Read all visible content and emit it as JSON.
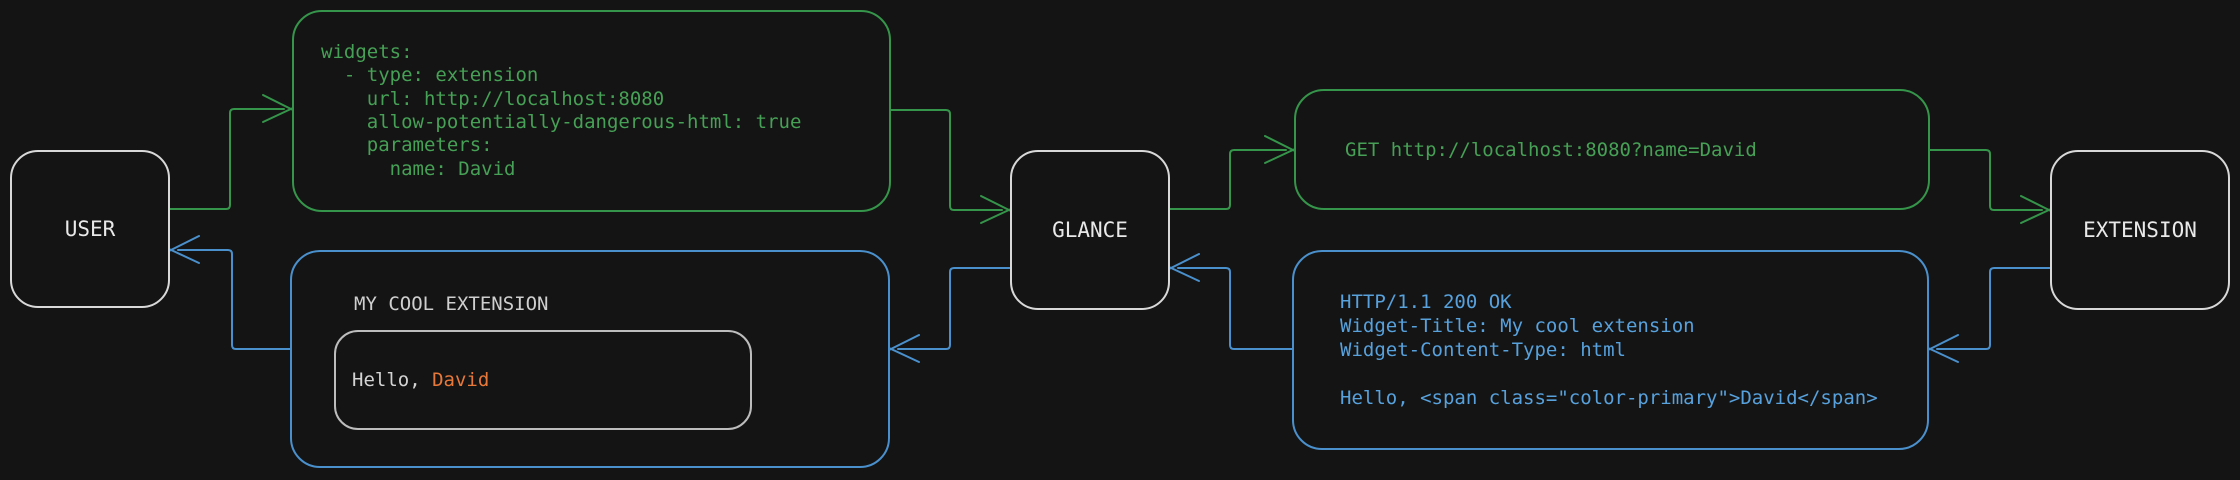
{
  "palette": {
    "background": "#141414",
    "green": "#35954a",
    "green_text": "#46a055",
    "blue": "#4a90cc",
    "blue_text": "#57a1dc",
    "orange": "#e8783a",
    "node_border": "#d8d8d8",
    "node_text": "#e9e9e9",
    "muted_text": "#cfcfcf"
  },
  "nodes": {
    "user": {
      "label": "USER"
    },
    "glance": {
      "label": "GLANCE"
    },
    "extension": {
      "label": "EXTENSION"
    }
  },
  "config_box": {
    "code": "widgets:\n  - type: extension\n    url: http://localhost:8080\n    allow-potentially-dangerous-html: true\n    parameters:\n      name: David"
  },
  "request_box": {
    "text": "GET http://localhost:8080?name=David"
  },
  "response_box": {
    "code": "HTTP/1.1 200 OK\nWidget-Title: My cool extension\nWidget-Content-Type: html\n\nHello, <span class=\"color-primary\">David</span>"
  },
  "widget_box": {
    "title": "MY COOL EXTENSION",
    "greeting_prefix": "Hello, ",
    "greeting_name": "David"
  },
  "flow": {
    "forward_color_name": "green",
    "backward_color_name": "blue",
    "forward": [
      "USER",
      "config",
      "GLANCE",
      "request",
      "EXTENSION"
    ],
    "backward": [
      "EXTENSION",
      "response",
      "GLANCE",
      "widget",
      "USER"
    ]
  }
}
